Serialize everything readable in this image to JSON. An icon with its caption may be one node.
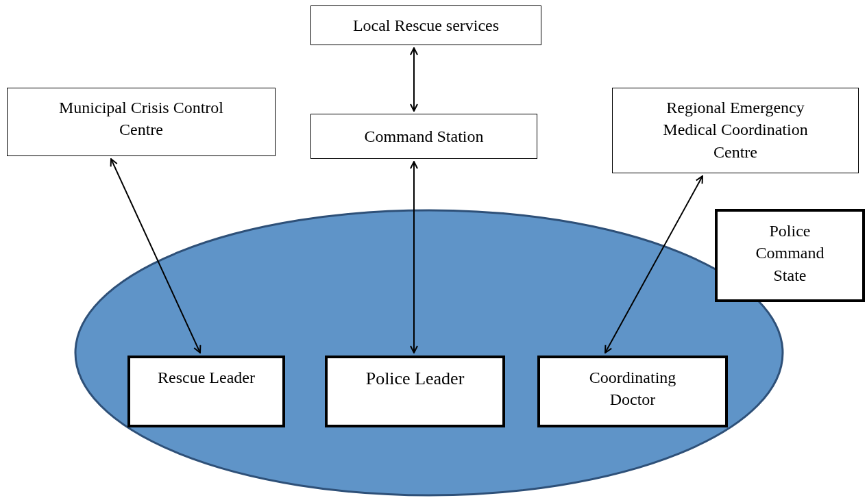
{
  "diagram": {
    "nodes": [
      {
        "text": [
          "Local Rescue services"
        ]
      },
      {
        "text": [
          "Municipal Crisis Control Centre"
        ]
      },
      {
        "text": [
          "Command Station"
        ]
      },
      {
        "text": [
          "Regional Emergency Medical Coordination Centre"
        ]
      },
      {
        "text": [],
        "shape": "ellipse"
      },
      {
        "text": [
          "Police Command State"
        ]
      },
      {
        "text": [
          "Rescue Leader"
        ],
        "in": 4
      },
      {
        "text": [
          "Police Leader"
        ],
        "in": 4
      },
      {
        "text": [
          "Coordinating Doctor"
        ],
        "in": 4
      }
    ],
    "edges": [
      {
        "from": 0,
        "to": 2,
        "arrow": "both"
      },
      {
        "from": 1,
        "to": 6,
        "arrow": "both"
      },
      {
        "from": 2,
        "to": 7,
        "arrow": "both"
      },
      {
        "from": 3,
        "to": 8,
        "arrow": "both"
      }
    ]
  }
}
